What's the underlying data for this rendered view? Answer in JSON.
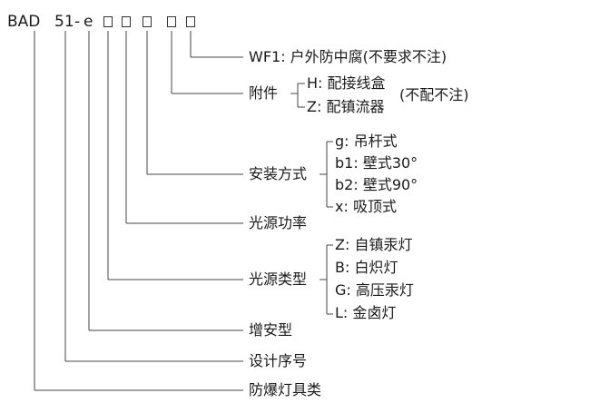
{
  "model": {
    "prefix": "BAD",
    "number": "51",
    "dash": "-",
    "letter": "e"
  },
  "fields": {
    "wf1": {
      "label": "WF1: 户外防中腐(不要求不注)"
    },
    "accessory": {
      "label": "附件",
      "options": [
        "H: 配接线盒",
        "Z: 配镇流器"
      ],
      "note": "(不配不注)"
    },
    "mounting": {
      "label": "安装方式",
      "options": [
        "g: 吊杆式",
        "b1: 壁式30°",
        "b2: 壁式90°",
        "x: 吸顶式"
      ]
    },
    "power": {
      "label": "光源功率"
    },
    "source_type": {
      "label": "光源类型",
      "options": [
        "Z: 自镇汞灯",
        "B: 白炽灯",
        "G: 高压汞灯",
        "L: 金卤灯"
      ]
    },
    "increased_safety": {
      "label": "增安型"
    },
    "design_no": {
      "label": "设计序号"
    },
    "explosion_proof": {
      "label": "防爆灯具类"
    }
  }
}
